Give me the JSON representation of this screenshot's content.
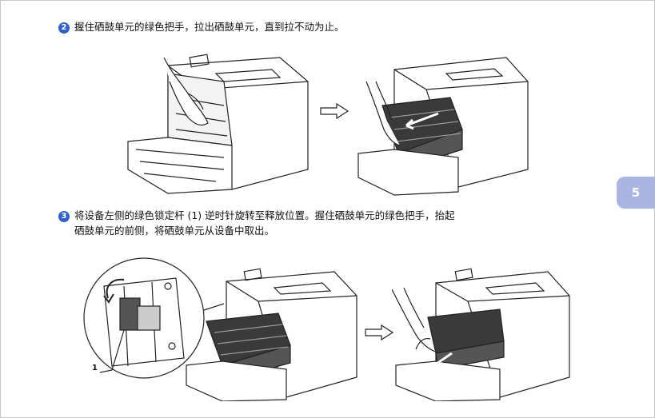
{
  "chapter_tab": "5",
  "steps": [
    {
      "number": "2",
      "text": "握住硒鼓单元的绿色把手，拉出硒鼓单元，直到拉不动为止。"
    },
    {
      "number": "3",
      "line1": "将设备左侧的绿色锁定杆 (1) 逆时针旋转至释放位置。握住硒鼓单元的绿色把手，抬起",
      "line2": "硒鼓单元的前侧，将硒鼓单元从设备中取出。"
    }
  ],
  "callout_label": "1"
}
